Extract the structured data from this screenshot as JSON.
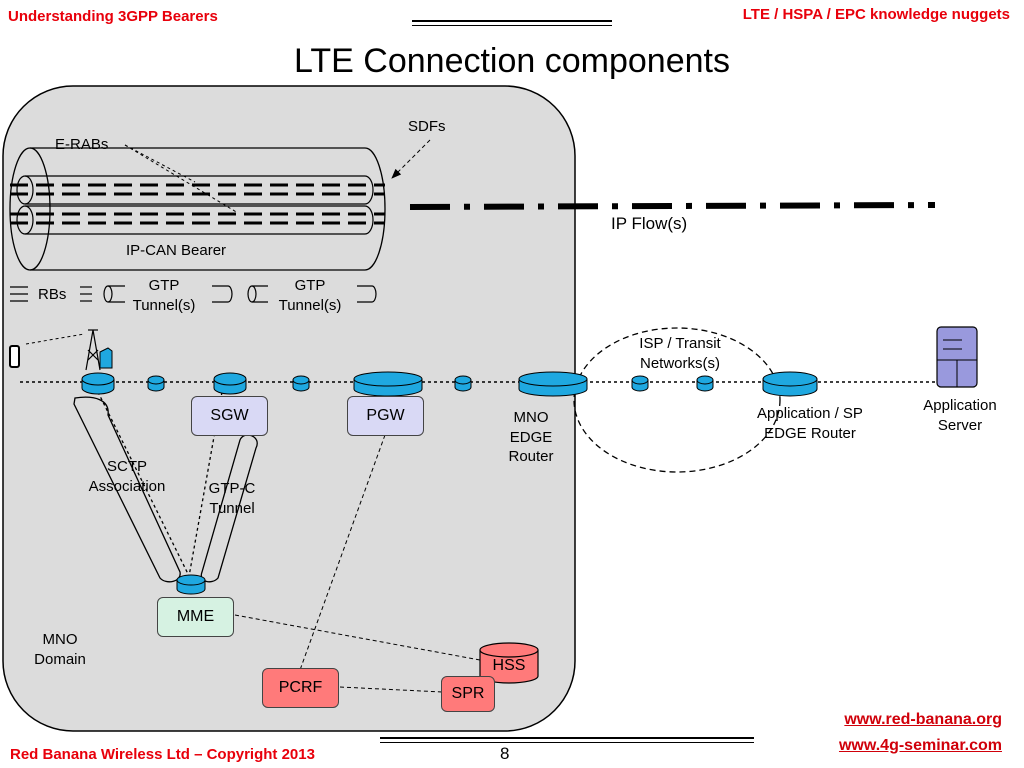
{
  "header": {
    "left": "Understanding 3GPP Bearers",
    "right": "LTE / HSPA / EPC knowledge nuggets"
  },
  "title": "LTE Connection components",
  "labels": {
    "erabs": "E-RABs",
    "sdfs": "SDFs",
    "ipcan": "IP-CAN Bearer",
    "ipflow": "IP Flow(s)",
    "rbs": "RBs",
    "gtp1_line1": "GTP",
    "gtp1_line2": "Tunnel(s)",
    "gtp2_line1": "GTP",
    "gtp2_line2": "Tunnel(s)",
    "isp_line1": "ISP / Transit",
    "isp_line2": "Networks(s)",
    "mno_edge_line1": "MNO",
    "mno_edge_line2": "EDGE",
    "mno_edge_line3": "Router",
    "app_edge_line1": "Application / SP",
    "app_edge_line2": "EDGE Router",
    "app_server_line1": "Application",
    "app_server_line2": "Server",
    "sctp_line1": "SCTP",
    "sctp_line2": "Association",
    "gtpc_line1": "GTP-C",
    "gtpc_line2": "Tunnel",
    "mno_domain_line1": "MNO",
    "mno_domain_line2": "Domain"
  },
  "nodes": {
    "sgw": "SGW",
    "pgw": "PGW",
    "mme": "MME",
    "pcrf": "PCRF",
    "hss": "HSS",
    "spr": "SPR"
  },
  "colors": {
    "header": "#e8000b",
    "domain_fill": "#dcdcdc",
    "router_fill": "#1fa8e0",
    "gw_fill": "#d9d9f5",
    "mme_fill": "#d6f2e2",
    "db_fill": "#ff7a7a",
    "server_fill": "#9999dd"
  },
  "footer": {
    "copyright": "Red Banana Wireless Ltd – Copyright 2013",
    "page": "8",
    "link1": "www.red-banana.org",
    "link2": "www.4g-seminar.com"
  }
}
